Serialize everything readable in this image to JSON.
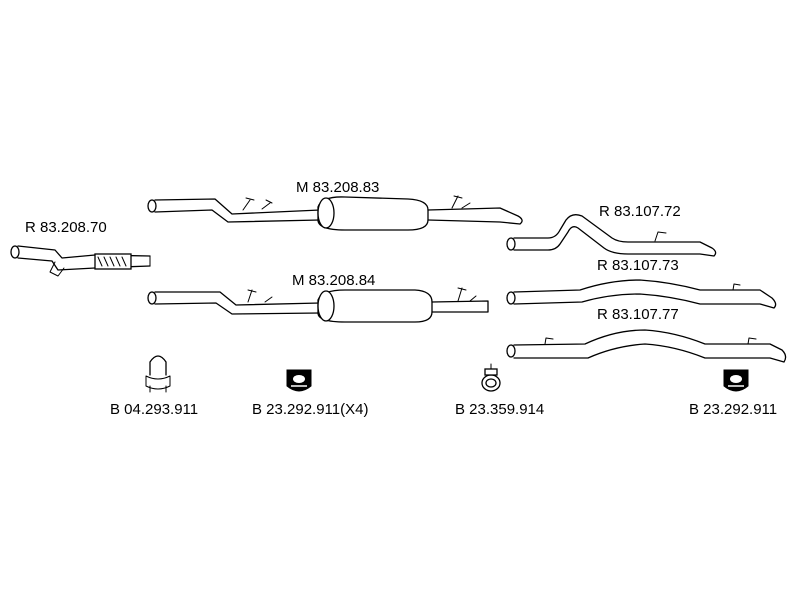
{
  "parts": {
    "rear_pipe_left": "R 83.208.70",
    "middle_muffler_upper": "M 83.208.83",
    "middle_muffler_lower": "M 83.208.84",
    "rear_pipe_72": "R 83.107.72",
    "rear_pipe_73": "R 83.107.73",
    "rear_pipe_77": "R 83.107.77"
  },
  "fittings": {
    "clamp": "B 04.293.911",
    "rubber_mount_x4": "B 23.292.911(X4)",
    "ring_clamp": "B 23.359.914",
    "rubber_mount": "B 23.292.911"
  },
  "colors": {
    "ink": "#000000",
    "background": "#ffffff"
  }
}
